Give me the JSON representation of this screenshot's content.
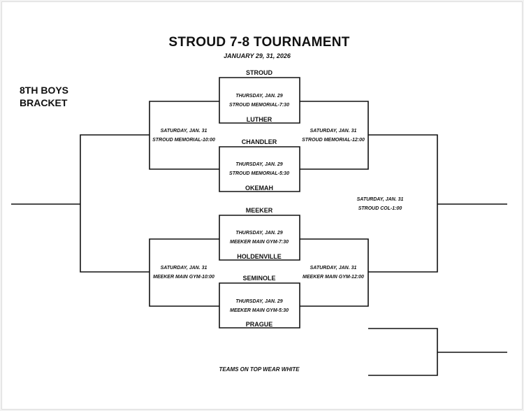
{
  "header": {
    "title": "STROUD 7-8 TOURNAMENT",
    "dates": "JANUARY  29, 31, 2026"
  },
  "bracket_label": {
    "line1": "8TH BOYS",
    "line2": "BRACKET"
  },
  "teams": [
    "STROUD",
    "LUTHER",
    "CHANDLER",
    "OKEMAH",
    "MEEKER",
    "HOLDENVILLE",
    "SEMINOLE",
    "PRAGUE"
  ],
  "first_round": [
    {
      "day": "THURSDAY, JAN. 29",
      "site": "STROUD MEMORIAL-7:30"
    },
    {
      "day": "THURSDAY, JAN. 29",
      "site": "STROUD MEMORIAL-5:30"
    },
    {
      "day": "THURSDAY, JAN. 29",
      "site": "MEEKER MAIN GYM-7:30"
    },
    {
      "day": "THURSDAY, JAN. 29",
      "site": "MEEKER MAIN GYM-5:30"
    }
  ],
  "semis_consolation": [
    {
      "day": "SATURDAY, JAN. 31",
      "site": "STROUD MEMORIAL-10:00"
    },
    {
      "day": "SATURDAY, JAN. 31",
      "site": "MEEKER MAIN GYM-10:00"
    }
  ],
  "semis_winners": [
    {
      "day": "SATURDAY, JAN. 31",
      "site": "STROUD MEMORIAL-12:00"
    },
    {
      "day": "SATURDAY, JAN. 31",
      "site": "MEEKER MAIN GYM-12:00"
    }
  ],
  "final": {
    "day": "SATURDAY, JAN. 31",
    "site": "STROUD COL-1:00"
  },
  "footer_note": "TEAMS ON TOP WEAR WHITE"
}
